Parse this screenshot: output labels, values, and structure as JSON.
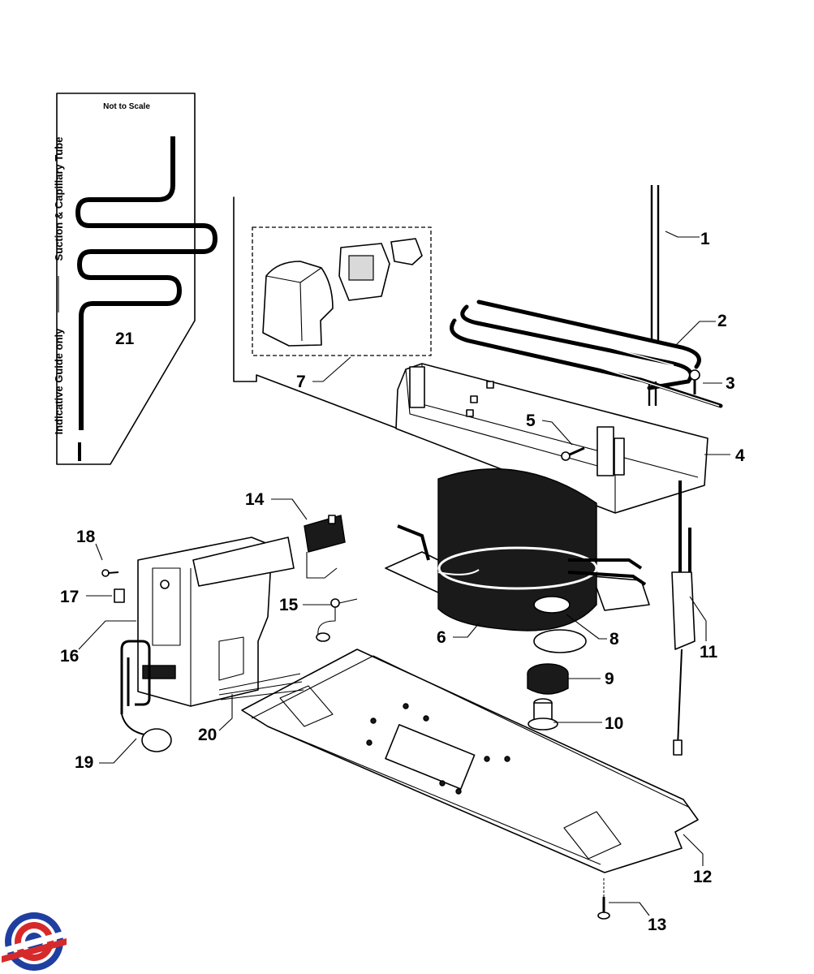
{
  "guide": {
    "scale_note": "Not to Scale",
    "tube_title": "Suction & Capillary Tube",
    "indicative": "Indicative Guide only"
  },
  "callouts": [
    {
      "id": "1",
      "label": "1"
    },
    {
      "id": "2",
      "label": "2"
    },
    {
      "id": "3",
      "label": "3"
    },
    {
      "id": "4",
      "label": "4"
    },
    {
      "id": "5",
      "label": "5"
    },
    {
      "id": "6",
      "label": "6"
    },
    {
      "id": "7",
      "label": "7"
    },
    {
      "id": "8",
      "label": "8"
    },
    {
      "id": "9",
      "label": "9"
    },
    {
      "id": "10",
      "label": "10"
    },
    {
      "id": "11",
      "label": "11"
    },
    {
      "id": "12",
      "label": "12"
    },
    {
      "id": "13",
      "label": "13"
    },
    {
      "id": "14",
      "label": "14"
    },
    {
      "id": "15",
      "label": "15"
    },
    {
      "id": "16",
      "label": "16"
    },
    {
      "id": "17",
      "label": "17"
    },
    {
      "id": "18",
      "label": "18"
    },
    {
      "id": "19",
      "label": "19"
    },
    {
      "id": "20",
      "label": "20"
    },
    {
      "id": "21",
      "label": "21"
    }
  ],
  "logo": {
    "icon": "brand-logo-icon",
    "colors": [
      "#1f3fa0",
      "#d62a2a"
    ]
  }
}
